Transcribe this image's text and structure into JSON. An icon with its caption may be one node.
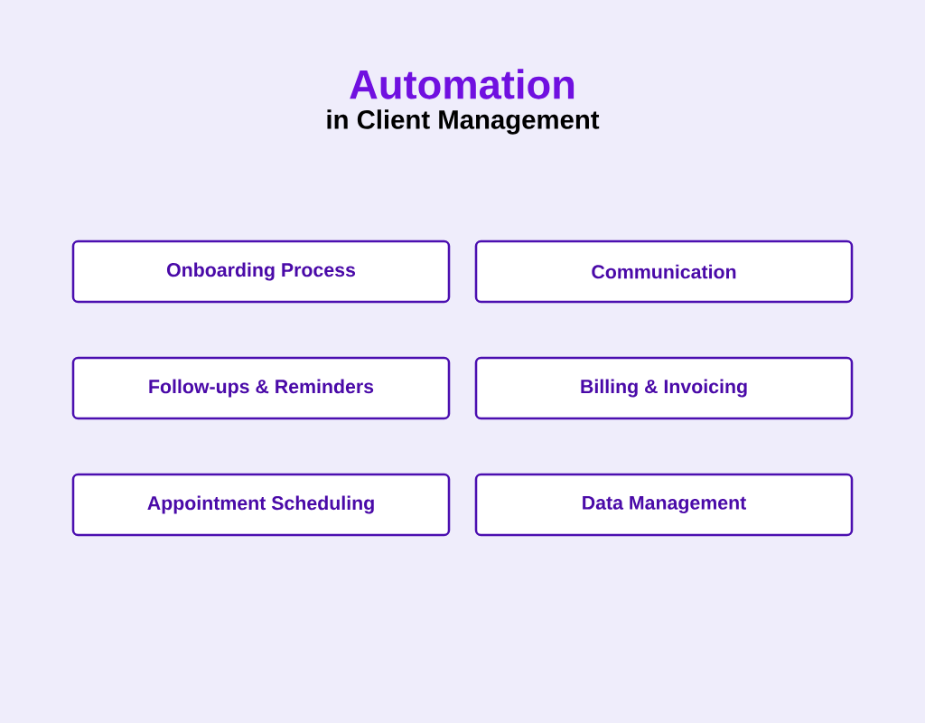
{
  "diagram": {
    "title": "Automation",
    "nodes": [
      {
        "text": [
          "Onboarding Process"
        ]
      },
      {
        "text": [
          "Communication"
        ]
      },
      {
        "text": [
          "Follow-ups & Reminders"
        ]
      },
      {
        "text": [
          "Billing & Invoicing"
        ]
      },
      {
        "text": [
          "Appointment Scheduling"
        ]
      },
      {
        "text": [
          "Data Management"
        ]
      }
    ],
    "labels": [
      "in Client Management"
    ]
  }
}
